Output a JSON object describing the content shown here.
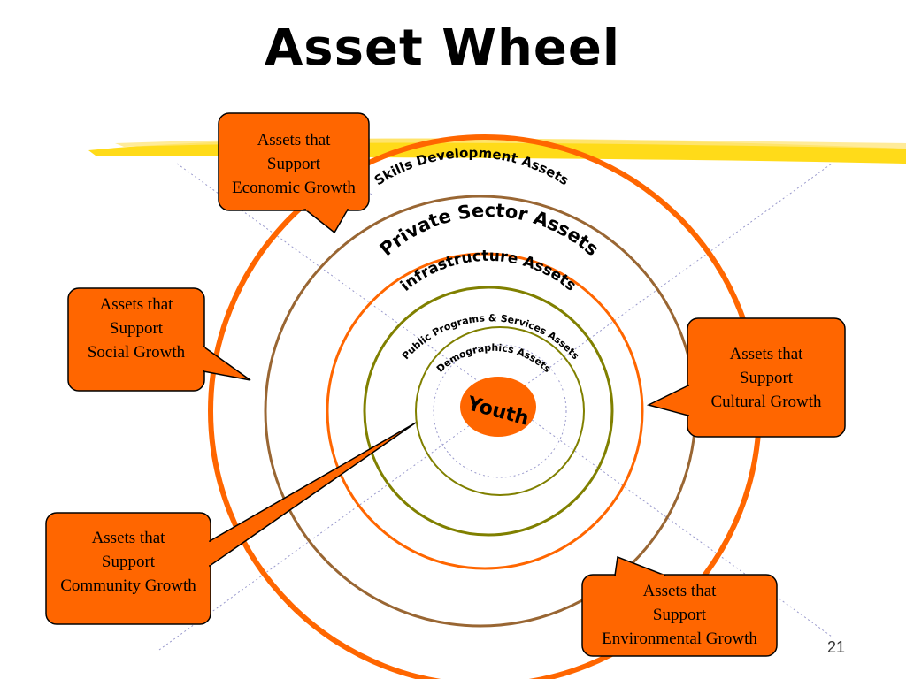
{
  "slide": {
    "title": "Asset Wheel",
    "number": "21"
  },
  "wheel": {
    "center": "Youth",
    "rings": [
      "Skills Development Assets",
      "Private Sector Assets",
      "infrastructure Assets",
      "Public Programs & Services Assets",
      "Demographics Assets"
    ]
  },
  "callouts": {
    "economic": [
      "Assets that",
      "Support",
      "Economic Growth"
    ],
    "social": [
      "Assets that",
      "Support",
      "Social Growth"
    ],
    "cultural": [
      "Assets that",
      "Support",
      "Cultural Growth"
    ],
    "community": [
      "Assets that",
      "Support",
      "Community Growth"
    ],
    "environmental": [
      "Assets that",
      "Support",
      "Environmental Growth"
    ]
  },
  "colors": {
    "callout_fill": "#FF6600",
    "outer_ring": "#FF6600",
    "brown_ring": "#996633",
    "infrastructure_ring": "#FF6600",
    "public_ring": "#808000",
    "demographics_ring": "#808000",
    "highlighter": "#FFD700"
  }
}
